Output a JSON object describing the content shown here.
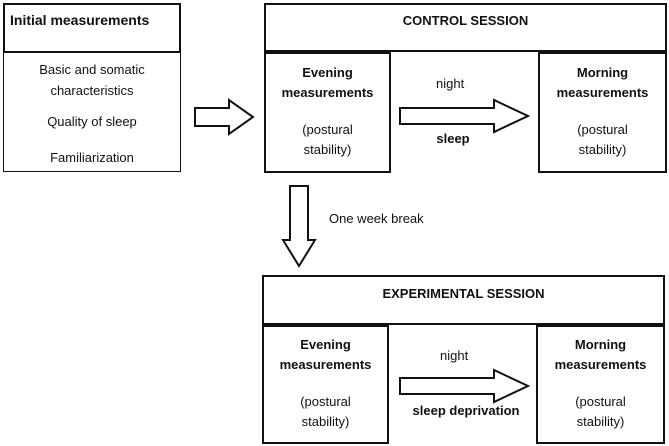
{
  "initial": {
    "title": "Initial measurements",
    "item1_line1": "Basic and somatic",
    "item1_line2": "characteristics",
    "item2": "Quality of sleep",
    "item3": "Familiarization"
  },
  "control": {
    "title": "CONTROL SESSION",
    "evening_line1": "Evening",
    "evening_line2": "measurements",
    "evening_sub1": "(postural",
    "evening_sub2": "stability)",
    "arrow_top": "night",
    "arrow_bottom": "sleep",
    "morning_line1": "Morning",
    "morning_line2": "measurements",
    "morning_sub1": "(postural",
    "morning_sub2": "stability)"
  },
  "break_label": "One week break",
  "experimental": {
    "title": "EXPERIMENTAL SESSION",
    "evening_line1": "Evening",
    "evening_line2": "measurements",
    "evening_sub1": "(postural",
    "evening_sub2": "stability)",
    "arrow_top": "night",
    "arrow_bottom": "sleep deprivation",
    "morning_line1": "Morning",
    "morning_line2": "measurements",
    "morning_sub1": "(postural",
    "morning_sub2": "stability)"
  }
}
